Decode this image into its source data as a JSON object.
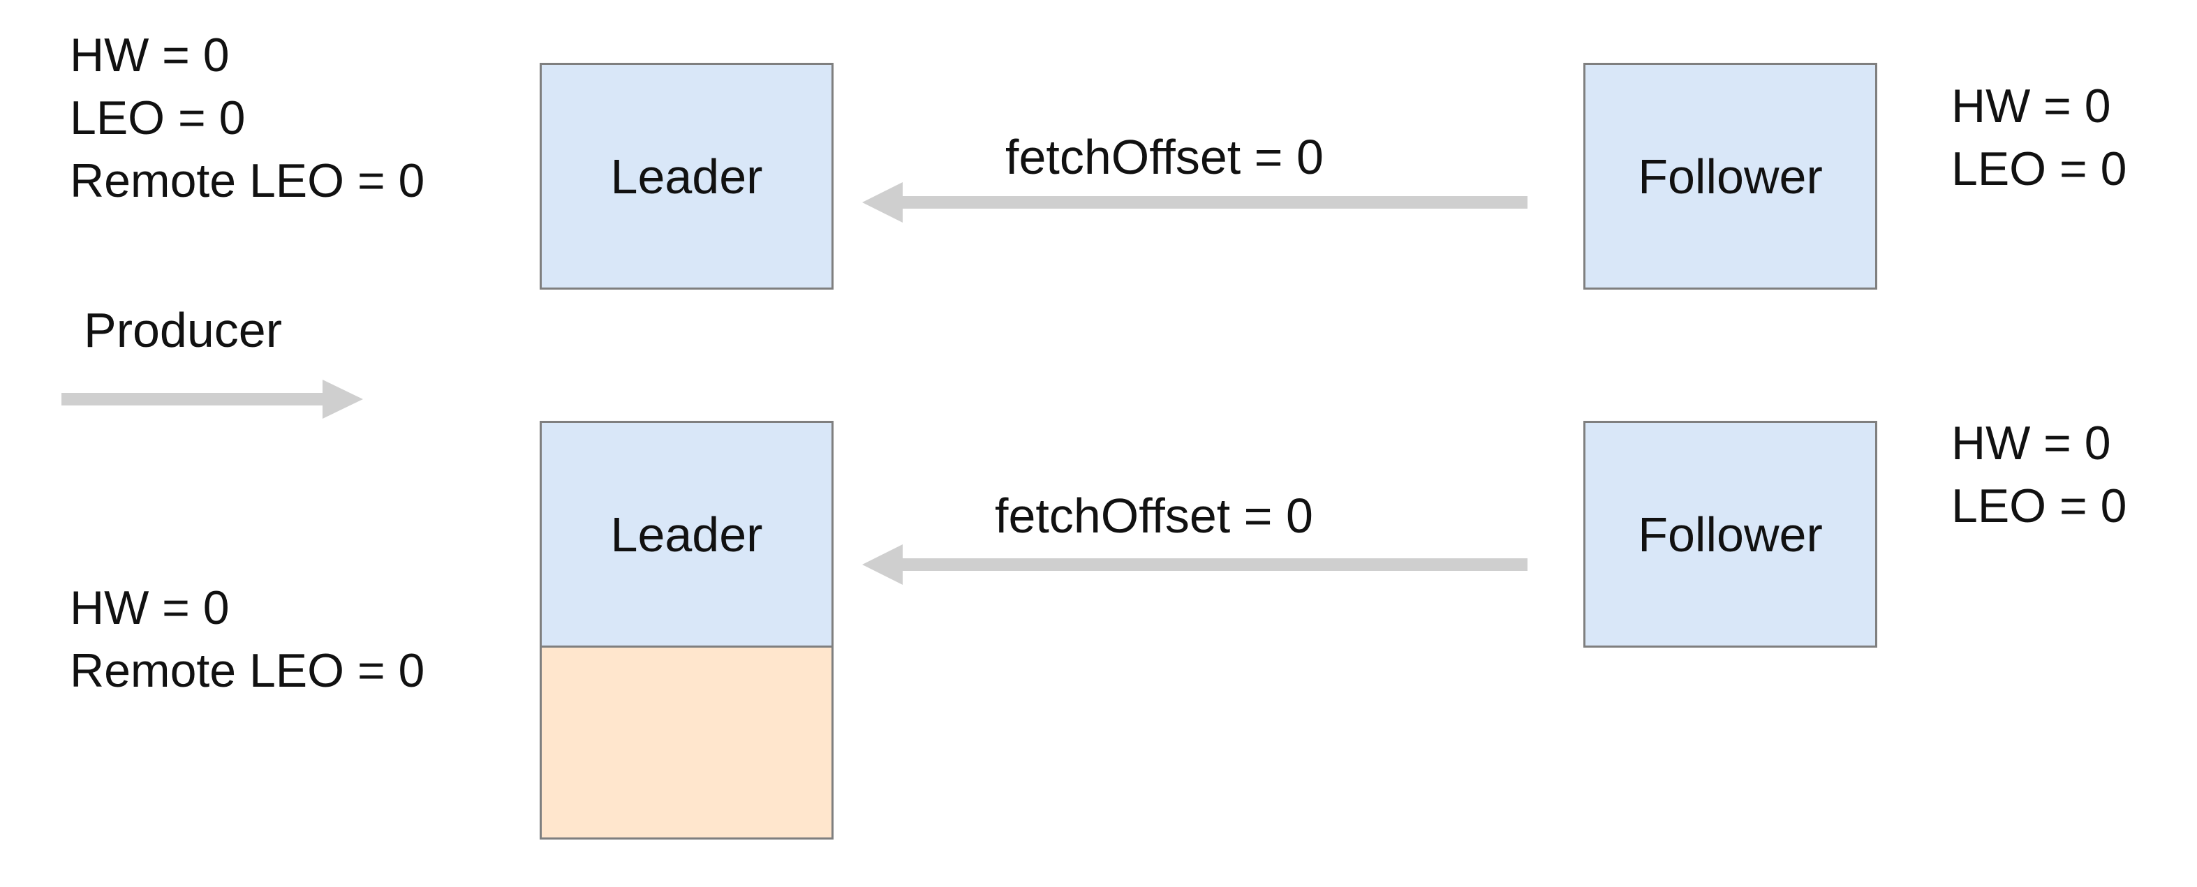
{
  "colors": {
    "node_fill": "#d9e7f8",
    "node_border": "#7f7f7f",
    "appended_fill": "#ffe6cd",
    "arrow": "#cfcfcf",
    "text": "#111111",
    "background": "#ffffff"
  },
  "state_before": {
    "leader": {
      "label": "Leader",
      "stats": [
        "HW = 0",
        "LEO = 0",
        "Remote LEO = 0"
      ]
    },
    "follower": {
      "label": "Follower",
      "stats": [
        "HW = 0",
        "LEO = 0"
      ]
    },
    "fetch_request_label": "fetchOffset = 0"
  },
  "producer": {
    "label": "Producer"
  },
  "state_after": {
    "leader": {
      "label": "Leader",
      "stats": [
        "HW = 0",
        "Remote LEO = 0"
      ]
    },
    "follower": {
      "label": "Follower",
      "stats": [
        "HW = 0",
        "LEO = 0"
      ]
    },
    "fetch_request_label": "fetchOffset = 0"
  }
}
